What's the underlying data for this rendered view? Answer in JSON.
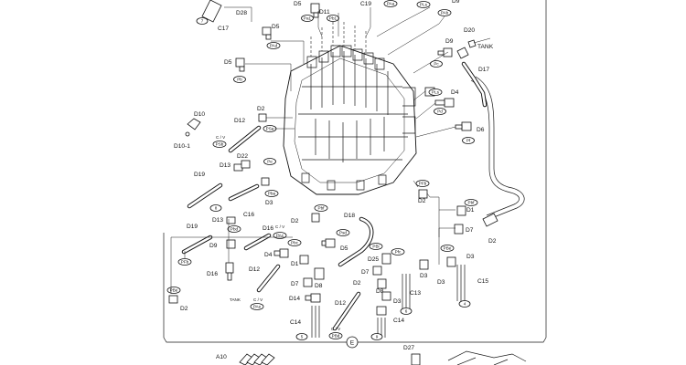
{
  "labels": {
    "D28": "D28",
    "C17": "C17",
    "D5": "D5",
    "D11": "D11",
    "C19": "C19",
    "D9": "D9",
    "D20": "D20",
    "TANK": "TANK",
    "D17": "D17",
    "D4": "D4",
    "D10": "D10",
    "D10_1": "D10-1",
    "D12": "D12",
    "D2": "D2",
    "CV": "C / V",
    "D13": "D13",
    "D22": "D22",
    "D6": "D6",
    "D19": "D19",
    "D3": "D3",
    "C16": "C16",
    "D1": "D1",
    "D7": "D7",
    "D8": "D8",
    "D16": "D16",
    "D18": "D18",
    "C15": "C15",
    "D25": "D25",
    "C13": "C13",
    "D14": "D14",
    "C14": "C14",
    "A10": "A10",
    "D27": "D27",
    "E": "E",
    "n7": "7",
    "n8": "8",
    "n4": "4",
    "n5": "5",
    "n6": "6",
    "n9": "9"
  },
  "port_tags": {
    "Pa1": "Pa1",
    "Pb1": "Pb1",
    "PAa": "PAa",
    "PAb": "PAb",
    "Pb": "Pb",
    "PAd": "PAd",
    "Pc": "Pc",
    "PLs": "PLs",
    "Pd": "Pd",
    "Pf": "Pf",
    "PSa": "PSa",
    "PSb": "PSb",
    "Pe": "Pe",
    "Pba": "Pba",
    "Pbd": "Pbd",
    "PFb": "PFb",
    "PAc": "PAc",
    "Pbc": "Pbc",
    "PAe": "PAe",
    "PBe": "PBe",
    "Pbf": "Pbf",
    "Psd": "Psd",
    "PBi": "PBi",
    "Pfc": "Pfc",
    "PBd": "PBd"
  }
}
